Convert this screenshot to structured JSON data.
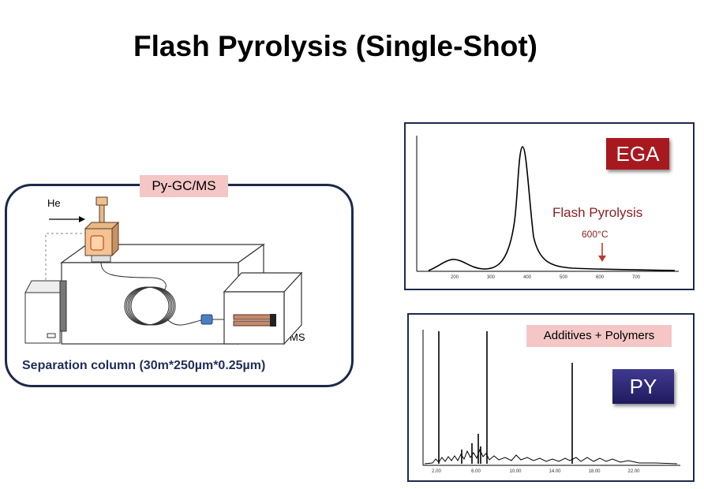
{
  "title": "Flash Pyrolysis (Single-Shot)",
  "pygcms": {
    "tag": "Py-GC/MS",
    "he_label": "He",
    "ms_label": "MS",
    "column_label": "Separation column (30m*250µm*0.25µm)"
  },
  "ega": {
    "button": "EGA",
    "flash_label": "Flash Pyrolysis",
    "temp_label": "600°C",
    "x_ticks": [
      "200",
      "300",
      "400",
      "500",
      "600",
      "700"
    ],
    "colors": {
      "button": "#a8191f",
      "annotation": "#8e1f23"
    }
  },
  "py": {
    "button": "PY",
    "tag": "Additives + Polymers",
    "x_ticks": [
      "2.00",
      "6.00",
      "10.00",
      "14.00",
      "18.00",
      "22.00"
    ],
    "colors": {
      "button": "#2a2470",
      "tag_bg": "#f4c6c6"
    }
  }
}
